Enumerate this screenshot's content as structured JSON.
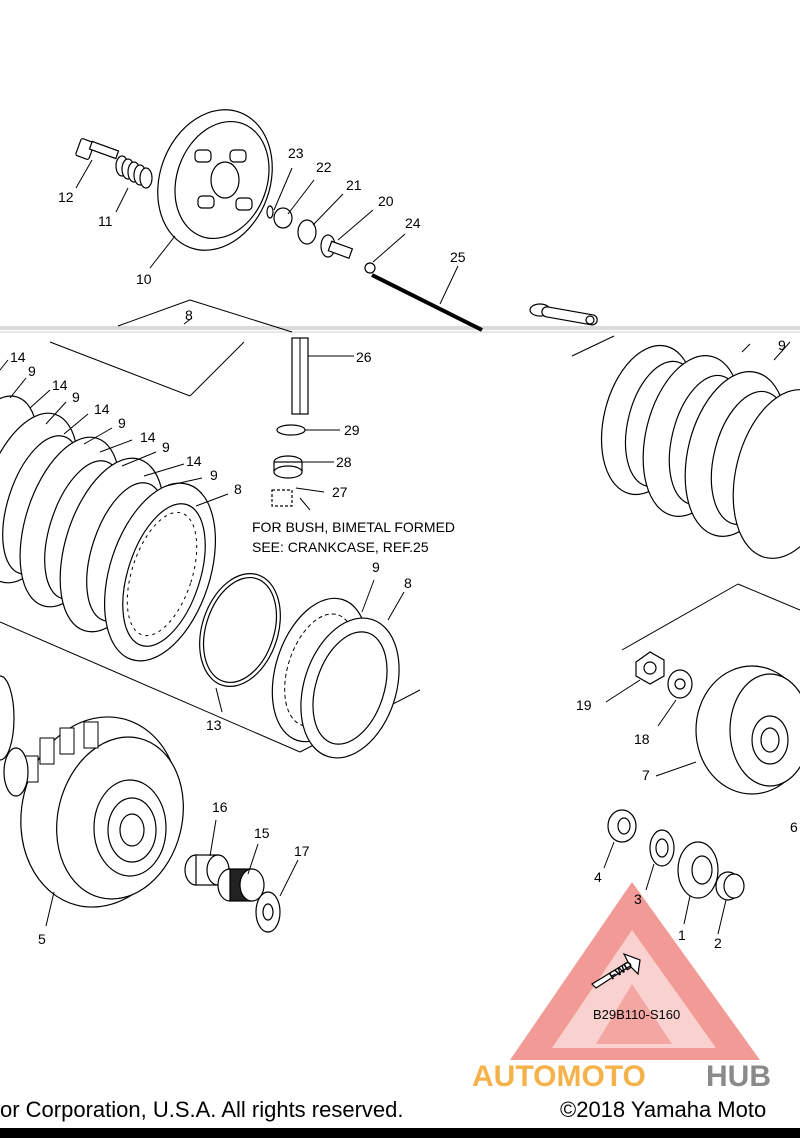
{
  "diagram": {
    "callouts": [
      {
        "id": "c1",
        "label": "1"
      },
      {
        "id": "c2",
        "label": "2"
      },
      {
        "id": "c3",
        "label": "3"
      },
      {
        "id": "c4",
        "label": "4"
      },
      {
        "id": "c5",
        "label": "5"
      },
      {
        "id": "c6",
        "label": "6"
      },
      {
        "id": "c7",
        "label": "7"
      },
      {
        "id": "c8a",
        "label": "8"
      },
      {
        "id": "c8b",
        "label": "8"
      },
      {
        "id": "c8c",
        "label": "8"
      },
      {
        "id": "c9a",
        "label": "9"
      },
      {
        "id": "c9b",
        "label": "9"
      },
      {
        "id": "c9c",
        "label": "9"
      },
      {
        "id": "c9d",
        "label": "9"
      },
      {
        "id": "c9e",
        "label": "9"
      },
      {
        "id": "c9f",
        "label": "9"
      },
      {
        "id": "c9g",
        "label": "9"
      },
      {
        "id": "c10",
        "label": "10"
      },
      {
        "id": "c11",
        "label": "11"
      },
      {
        "id": "c12",
        "label": "12"
      },
      {
        "id": "c13",
        "label": "13"
      },
      {
        "id": "c14a",
        "label": "14"
      },
      {
        "id": "c14b",
        "label": "14"
      },
      {
        "id": "c14c",
        "label": "14"
      },
      {
        "id": "c14d",
        "label": "14"
      },
      {
        "id": "c14e",
        "label": "14"
      },
      {
        "id": "c15",
        "label": "15"
      },
      {
        "id": "c16",
        "label": "16"
      },
      {
        "id": "c17",
        "label": "17"
      },
      {
        "id": "c18",
        "label": "18"
      },
      {
        "id": "c19",
        "label": "19"
      },
      {
        "id": "c20",
        "label": "20"
      },
      {
        "id": "c21",
        "label": "21"
      },
      {
        "id": "c22",
        "label": "22"
      },
      {
        "id": "c23",
        "label": "23"
      },
      {
        "id": "c24",
        "label": "24"
      },
      {
        "id": "c25",
        "label": "25"
      },
      {
        "id": "c26",
        "label": "26"
      },
      {
        "id": "c27",
        "label": "27"
      },
      {
        "id": "c28",
        "label": "28"
      },
      {
        "id": "c29",
        "label": "29"
      }
    ],
    "note_line1": "FOR BUSH, BIMETAL FORMED",
    "note_line2": "SEE: CRANKCASE, REF.25",
    "fwd_label": "FWD",
    "diagram_code": "B29B110-S160"
  },
  "watermark": {
    "part1": "AUTOMOTO",
    "part2": "HUB",
    "colors": {
      "triangle": "#f08a84",
      "part1": "#f6b24a",
      "part2": "#8a8a8a"
    }
  },
  "footer": {
    "left_text": "or Corporation, U.S.A. All rights reserved.",
    "right_text": "©2018 Yamaha Moto"
  }
}
